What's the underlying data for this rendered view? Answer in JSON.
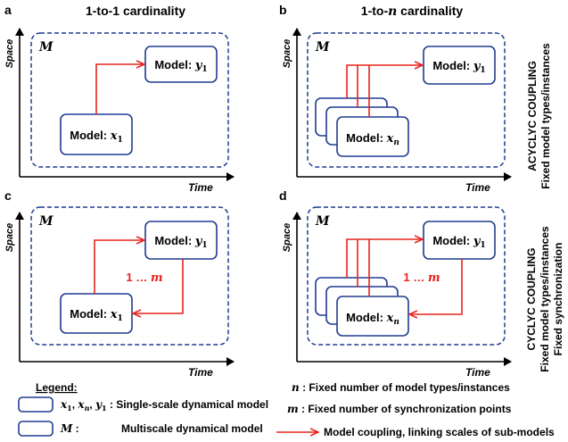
{
  "panel_letters": [
    "a",
    "b",
    "c",
    "d"
  ],
  "column_titles": {
    "left": "1-to-1 cardinality",
    "right_prefix": "1-to-",
    "right_var": "n",
    "right_suffix": " cardinality"
  },
  "axes": {
    "space": "Space",
    "time": "Time"
  },
  "container_label": "M",
  "model_prefix": "Model: ",
  "models": {
    "x1": "x",
    "y1": "y",
    "xn": "x",
    "sub1": "1",
    "subn": "n"
  },
  "sync_label": {
    "one": "1",
    "ellipsis": " … ",
    "m": "m"
  },
  "row_labels": {
    "top": [
      "ACYCLYC COUPLING",
      "Fixed model types/instances"
    ],
    "bottom": [
      "CYCLYC COUPLING",
      "Fixed model types/instances",
      "Fixed synchronization"
    ]
  },
  "legend": {
    "title": "Legend:",
    "item1_vars": "x",
    "item1_desc": "Single-scale dynamical model",
    "item2_var": "M",
    "item2_desc": "Multiscale dynamical model",
    "n_var": "n",
    "n_desc": "Fixed number of model types/instances",
    "m_var": "m",
    "m_desc": "Fixed number of synchronization points",
    "arrow_desc": "Model coupling, linking scales of sub-models"
  },
  "colors": {
    "box_border": "#1f3b8f",
    "container_border": "#1f3b8f",
    "arrow": "#e8231d",
    "sync_text": "#e8231d",
    "text": "#000000"
  }
}
